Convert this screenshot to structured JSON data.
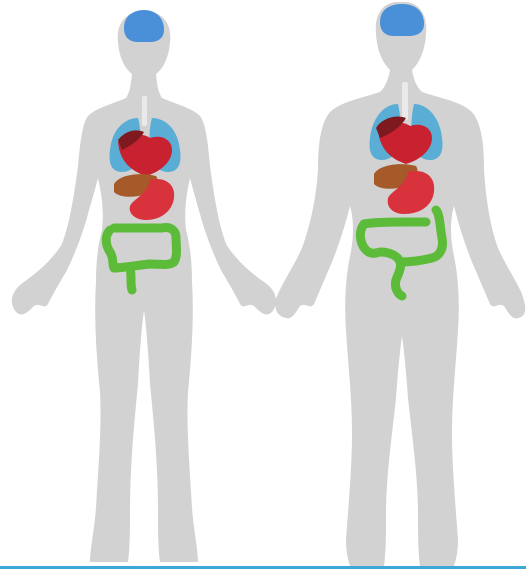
{
  "figures": [
    {
      "id": "female",
      "organs": [
        "brain",
        "lungs",
        "trachea",
        "heart",
        "liver",
        "stomach",
        "intestines"
      ]
    },
    {
      "id": "male",
      "organs": [
        "brain",
        "lungs",
        "trachea",
        "heart",
        "liver",
        "stomach",
        "intestines"
      ]
    }
  ],
  "colors": {
    "background": "#ffffff",
    "body": "#d2d2d2",
    "brain": "#4a90d9",
    "lungs": "#5aaed6",
    "trachea": "#eaeaea",
    "heart": "#c8212f",
    "heart_dark": "#7e1a1f",
    "liver": "#a65a2a",
    "stomach": "#d8323c",
    "intestines": "#5dbb3a",
    "bottom_rule": "#3fa7d6"
  }
}
